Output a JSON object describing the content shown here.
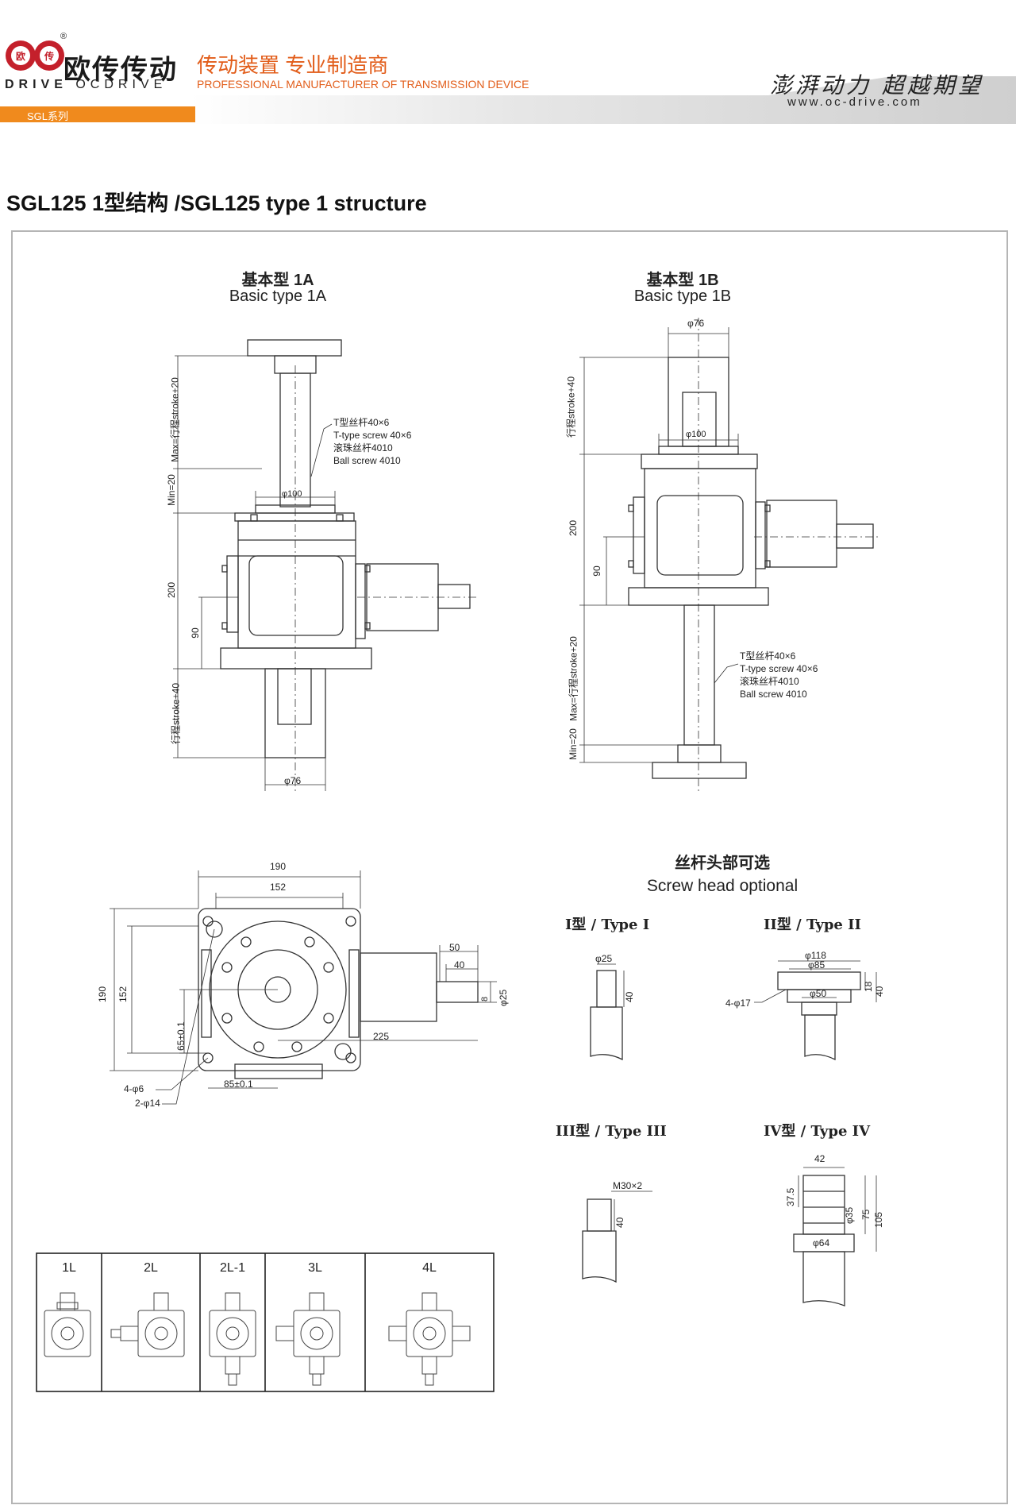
{
  "header": {
    "brand_cn": "欧传传动",
    "brand_en_prefix": "DRIVE",
    "brand_en": "OCDRIVE",
    "registered": "®",
    "tagline_cn": "传动装置 专业制造商",
    "tagline_en": "PROFESSIONAL MANUFACTURER OF TRANSMISSION DEVICE",
    "slogan": "澎湃动力 超越期望",
    "url": "www.oc-drive.com",
    "series_tab": "SGL系列"
  },
  "page": {
    "title": "SGL125 1型结构 /SGL125 type 1 structure"
  },
  "drawing_1a": {
    "title_cn": "基本型 1A",
    "title_en": "Basic type 1A",
    "screw_note": [
      "T型丝杆40×6",
      "T-type screw 40×6",
      "滚珠丝杆4010",
      "Ball screw 4010"
    ],
    "dim_max_stroke": "Max=行程stroke+20",
    "dim_min": "Min=20",
    "dim_200": "200",
    "dim_90": "90",
    "dim_stroke_40": "行程stroke+40",
    "dim_d100": "φ100",
    "dim_d76": "φ76"
  },
  "drawing_1b": {
    "title_cn": "基本型 1B",
    "title_en": "Basic type 1B",
    "screw_note": [
      "T型丝杆40×6",
      "T-type screw 40×6",
      "滚珠丝杆4010",
      "Ball screw 4010"
    ],
    "dim_d76": "φ76",
    "dim_stroke_40": "行程stroke+40",
    "dim_d100": "φ100",
    "dim_200": "200",
    "dim_90": "90",
    "dim_max_stroke": "Max=行程stroke+20",
    "dim_min": "Min=20"
  },
  "drawing_top": {
    "dim_190_w": "190",
    "dim_152_w": "152",
    "dim_190_h": "190",
    "dim_152_h": "152",
    "dim_50": "50",
    "dim_40": "40",
    "dim_8": "8",
    "dim_d25": "φ25",
    "dim_225": "225",
    "dim_65": "65±0.1",
    "dim_85": "85±0.1",
    "hole_small": "4-φ6",
    "hole_big": "2-φ14"
  },
  "screw_heads": {
    "title_cn": "丝杆头部可选",
    "title_en": "Screw head optional",
    "type1": {
      "label": "I型 / Type I",
      "d": "φ25",
      "len": "40"
    },
    "type2": {
      "label": "II型 / Type II",
      "d_outer": "φ118",
      "d_pcd": "φ85",
      "d_inner": "φ50",
      "holes": "4-φ17",
      "h1": "18",
      "h2": "40"
    },
    "type3": {
      "label": "III型 / Type III",
      "thread": "M30×2",
      "len": "40"
    },
    "type4": {
      "label": "IV型 / Type IV",
      "w": "42",
      "h1": "37.5",
      "d1": "φ35",
      "h2": "75",
      "h3": "105",
      "d2": "φ64"
    }
  },
  "layouts": {
    "items": [
      "1L",
      "2L",
      "2L-1",
      "3L",
      "4L"
    ]
  }
}
